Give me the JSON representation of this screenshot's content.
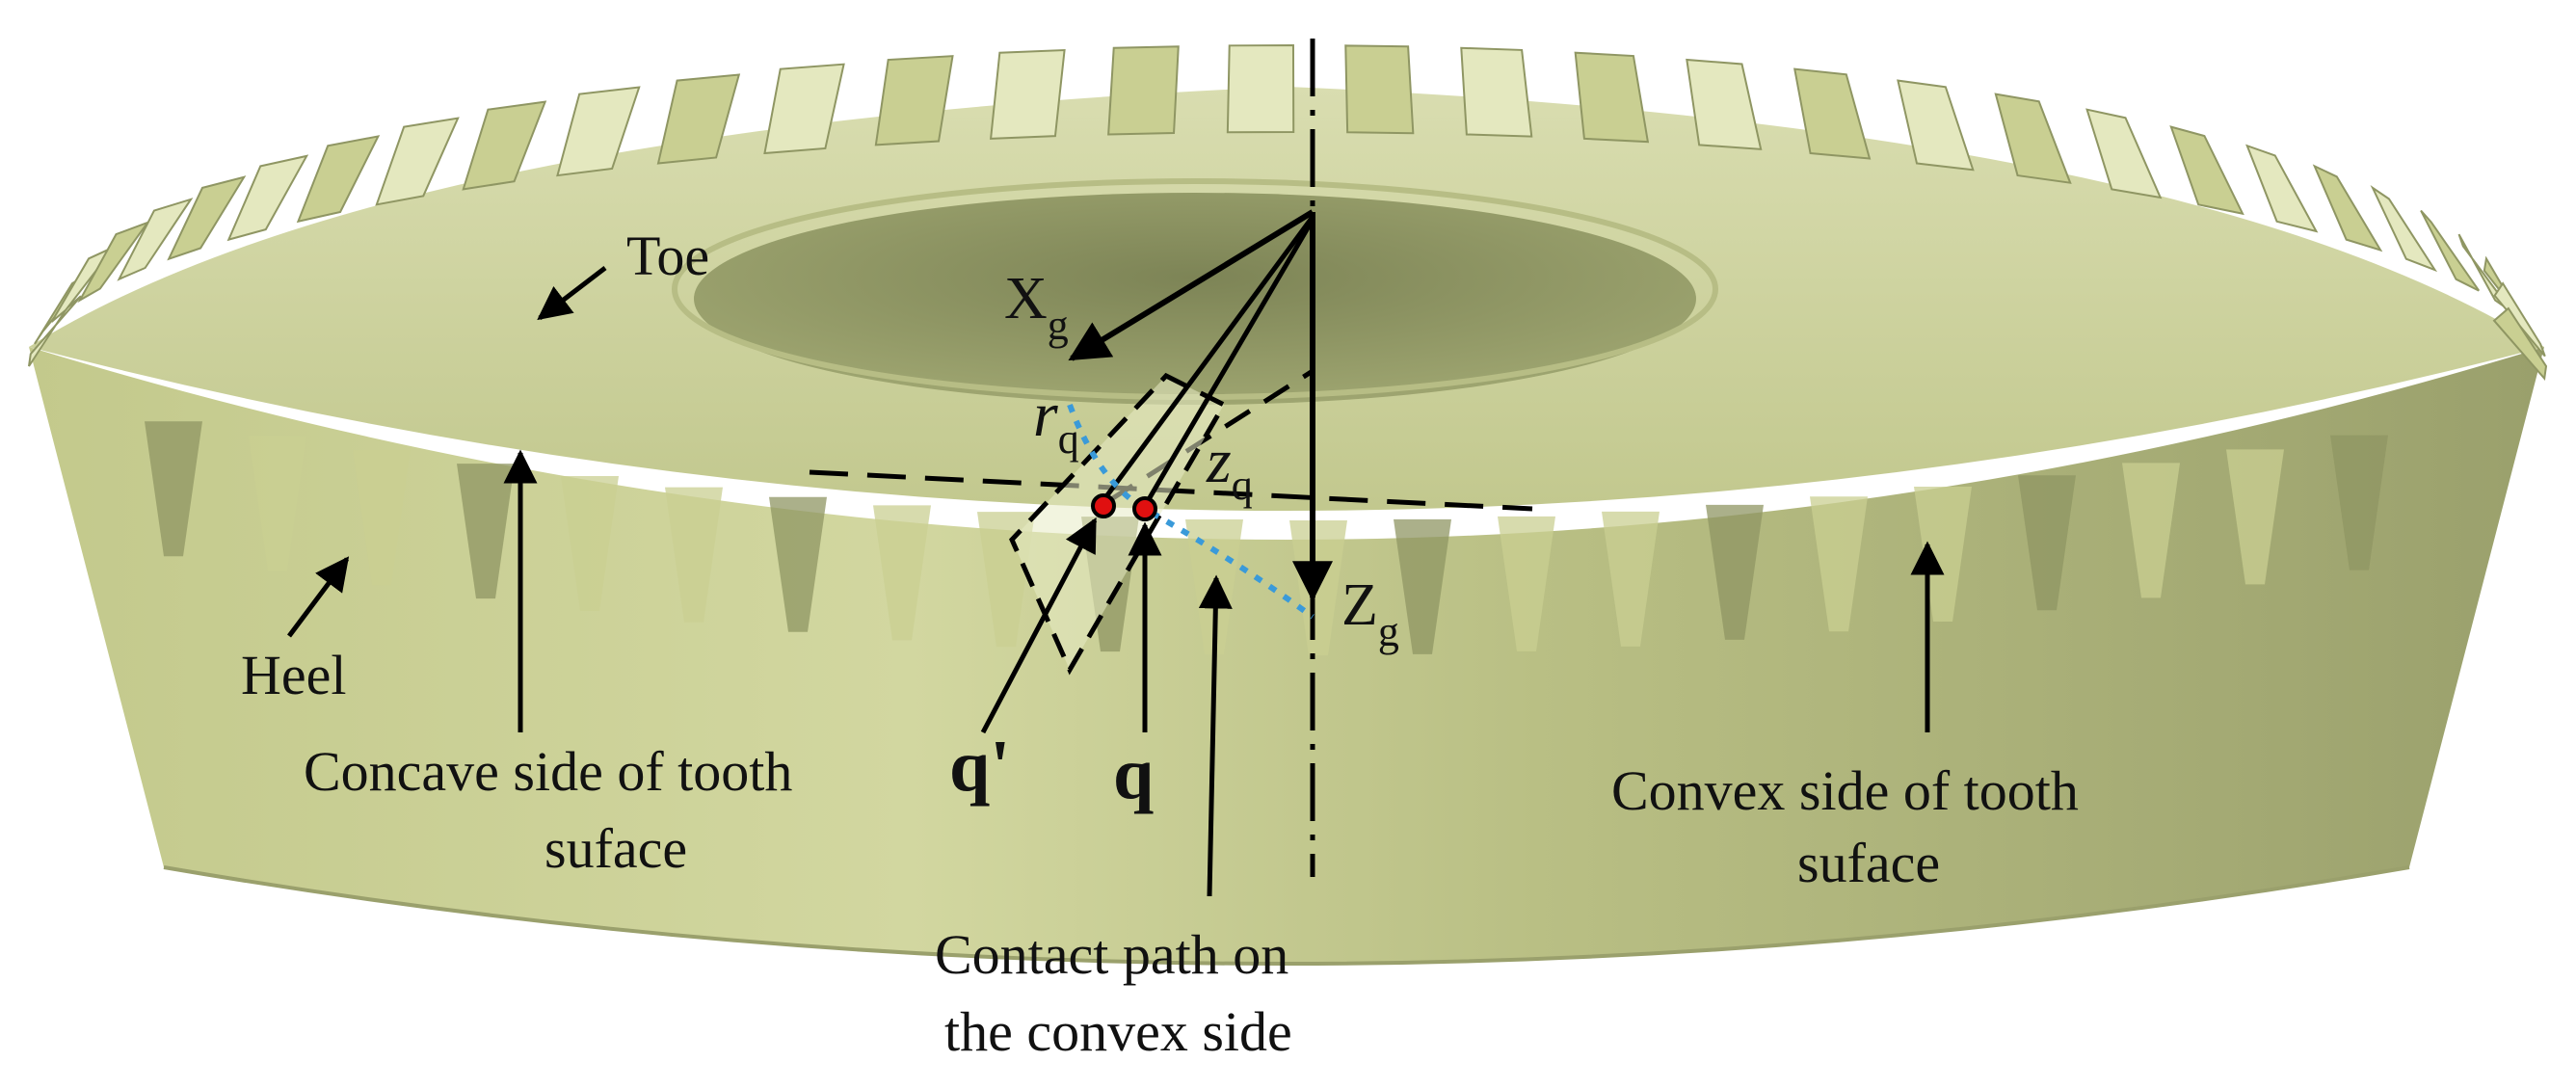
{
  "labels": {
    "toe": "Toe",
    "heel": "Heel",
    "concave_line1": "Concave side of tooth",
    "concave_line2": "suface",
    "convex_line1": "Convex side of tooth",
    "convex_line2": "suface",
    "contact_line1": "Contact path on",
    "contact_line2": "the convex side"
  },
  "symbols": {
    "x_axis": "X",
    "x_axis_sub": "g",
    "z_axis": "Z",
    "z_axis_sub": "g",
    "r": "r",
    "r_sub": "q",
    "z": "z",
    "z_sub": "q",
    "q_prime": "q'",
    "q": "q"
  },
  "colors": {
    "gear_light": "#e4e8bf",
    "gear_mid": "#c9cf92",
    "gear_dark": "#8f9663",
    "contact_path": "#3a9ad9",
    "contact_point": "#e01010"
  }
}
